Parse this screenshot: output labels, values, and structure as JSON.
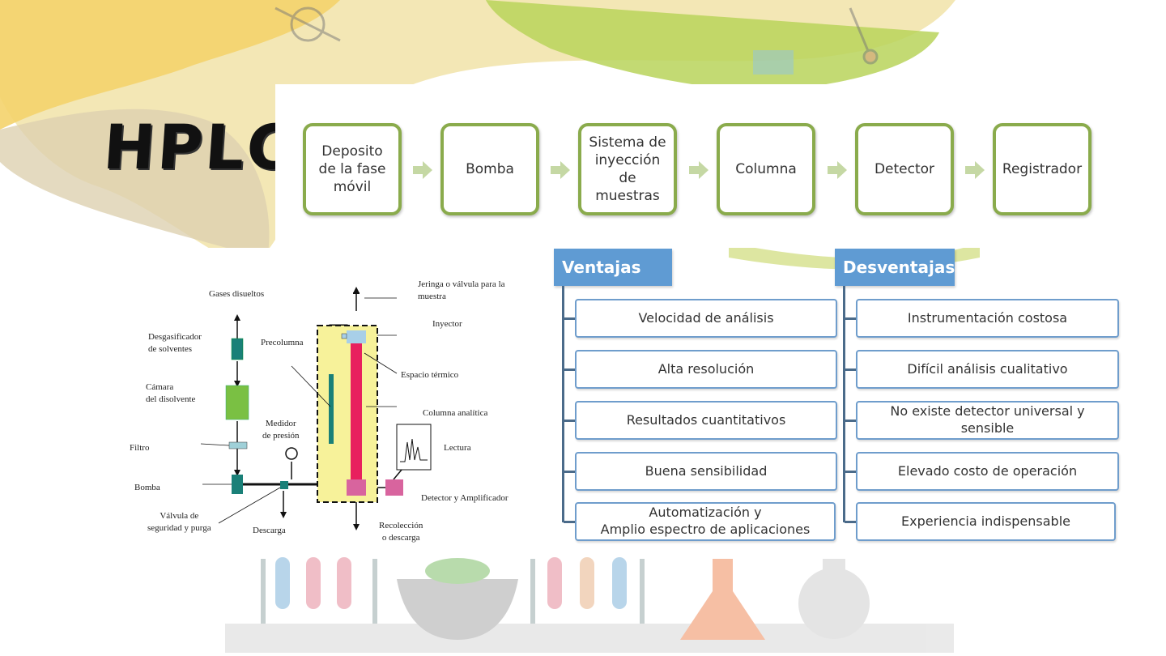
{
  "title": "HPLC",
  "flow": {
    "steps": [
      "Deposito\nde la fase\nmóvil",
      "Bomba",
      "Sistema de\ninyección\nde\nmuestras",
      "Columna",
      "Detector",
      "Registrador"
    ]
  },
  "ventajas": {
    "header": "Ventajas",
    "items": [
      "Velocidad de análisis",
      "Alta resolución",
      "Resultados cuantitativos",
      "Buena sensibilidad",
      "Automatización y\nAmplio espectro de aplicaciones"
    ]
  },
  "desventajas": {
    "header": "Desventajas",
    "items": [
      "Instrumentación costosa",
      "Difícil análisis cualitativo",
      "No existe detector universal y\nsensible",
      "Elevado costo de operación",
      "Experiencia indispensable"
    ]
  },
  "schematic": {
    "labels": {
      "gases": "Gases disueltos",
      "desgasificador": "Desgasificador\nde solventes",
      "camara": "Cámara\ndel  disolvente",
      "filtro": "Filtro",
      "bomba": "Bomba",
      "valvula": "Válvula de\nseguridad y purga",
      "descarga": "Descarga",
      "medidor": "Medidor\nde presión",
      "precolumna": "Precolumna",
      "jeringa": "Jeringa o válvula para la\nmuestra",
      "inyector": "Inyector",
      "espacio": "Espacio térmico",
      "columna": "Columna analítica",
      "lectura": "Lectura",
      "detector": "Detector  y  Amplificador",
      "recoleccion": "Recolección\no descarga"
    }
  },
  "colors": {
    "flow_border": "#8aab4c",
    "arrow": "#c5d8a4",
    "header_blue": "#5f9bd3",
    "item_border": "#6f9dcc",
    "column_red": "#e8205e",
    "thermal_yellow": "#f7f29a"
  }
}
